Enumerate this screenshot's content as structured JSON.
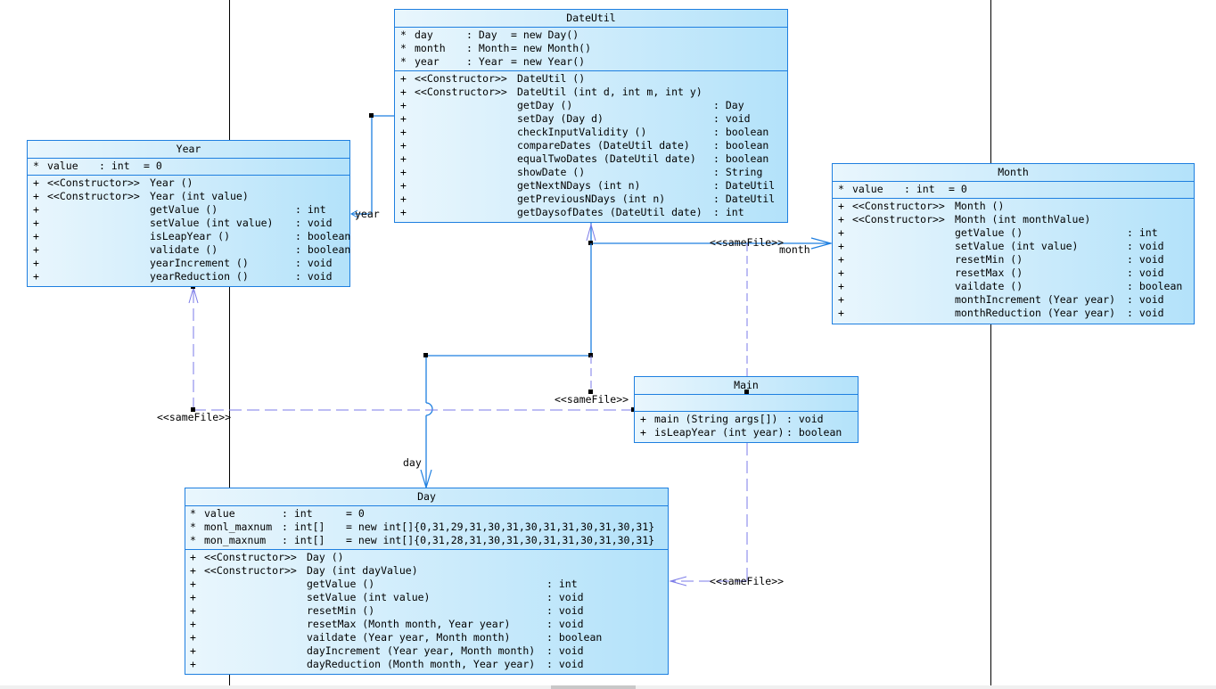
{
  "diagram": {
    "classes": {
      "dateutil": {
        "name": "DateUtil",
        "attributes": [
          {
            "vis": "*",
            "name": "day",
            "type": ": Day",
            "init": "= new Day()"
          },
          {
            "vis": "*",
            "name": "month",
            "type": ": Month",
            "init": "= new Month()"
          },
          {
            "vis": "*",
            "name": "year",
            "type": ": Year",
            "init": "= new Year()"
          }
        ],
        "operations": [
          {
            "vis": "+",
            "stereo": "<<Constructor>>",
            "sig": "DateUtil ()",
            "ret": ""
          },
          {
            "vis": "+",
            "stereo": "<<Constructor>>",
            "sig": "DateUtil (int d, int m, int y)",
            "ret": ""
          },
          {
            "vis": "+",
            "stereo": "",
            "sig": "getDay ()",
            "ret": ": Day"
          },
          {
            "vis": "+",
            "stereo": "",
            "sig": "setDay (Day d)",
            "ret": ": void"
          },
          {
            "vis": "+",
            "stereo": "",
            "sig": "checkInputValidity ()",
            "ret": ": boolean"
          },
          {
            "vis": "+",
            "stereo": "",
            "sig": "compareDates (DateUtil date)",
            "ret": ": boolean"
          },
          {
            "vis": "+",
            "stereo": "",
            "sig": "equalTwoDates (DateUtil date)",
            "ret": ": boolean"
          },
          {
            "vis": "+",
            "stereo": "",
            "sig": "showDate ()",
            "ret": ": String"
          },
          {
            "vis": "+",
            "stereo": "",
            "sig": "getNextNDays (int n)",
            "ret": ": DateUtil"
          },
          {
            "vis": "+",
            "stereo": "",
            "sig": "getPreviousNDays (int n)",
            "ret": ": DateUtil"
          },
          {
            "vis": "+",
            "stereo": "",
            "sig": "getDaysofDates (DateUtil date)",
            "ret": ": int"
          }
        ]
      },
      "year": {
        "name": "Year",
        "attributes": [
          {
            "vis": "*",
            "name": "value",
            "type": ": int",
            "init": "= 0"
          }
        ],
        "operations": [
          {
            "vis": "+",
            "stereo": "<<Constructor>>",
            "sig": "Year ()",
            "ret": ""
          },
          {
            "vis": "+",
            "stereo": "<<Constructor>>",
            "sig": "Year (int value)",
            "ret": ""
          },
          {
            "vis": "+",
            "stereo": "",
            "sig": "getValue ()",
            "ret": ": int"
          },
          {
            "vis": "+",
            "stereo": "",
            "sig": "setValue (int value)",
            "ret": ": void"
          },
          {
            "vis": "+",
            "stereo": "",
            "sig": "isLeapYear ()",
            "ret": ": boolean"
          },
          {
            "vis": "+",
            "stereo": "",
            "sig": "validate ()",
            "ret": ": boolean"
          },
          {
            "vis": "+",
            "stereo": "",
            "sig": "yearIncrement ()",
            "ret": ": void"
          },
          {
            "vis": "+",
            "stereo": "",
            "sig": "yearReduction ()",
            "ret": ": void"
          }
        ]
      },
      "month": {
        "name": "Month",
        "attributes": [
          {
            "vis": "*",
            "name": "value",
            "type": ": int",
            "init": "= 0"
          }
        ],
        "operations": [
          {
            "vis": "+",
            "stereo": "<<Constructor>>",
            "sig": "Month ()",
            "ret": ""
          },
          {
            "vis": "+",
            "stereo": "<<Constructor>>",
            "sig": "Month (int monthValue)",
            "ret": ""
          },
          {
            "vis": "+",
            "stereo": "",
            "sig": "getValue ()",
            "ret": ": int"
          },
          {
            "vis": "+",
            "stereo": "",
            "sig": "setValue (int value)",
            "ret": ": void"
          },
          {
            "vis": "+",
            "stereo": "",
            "sig": "resetMin ()",
            "ret": ": void"
          },
          {
            "vis": "+",
            "stereo": "",
            "sig": "resetMax ()",
            "ret": ": void"
          },
          {
            "vis": "+",
            "stereo": "",
            "sig": "vaildate ()",
            "ret": ": boolean"
          },
          {
            "vis": "+",
            "stereo": "",
            "sig": "monthIncrement (Year year)",
            "ret": ": void"
          },
          {
            "vis": "+",
            "stereo": "",
            "sig": "monthReduction (Year year)",
            "ret": ": void"
          }
        ]
      },
      "main": {
        "name": "Main",
        "attributes": [],
        "operations": [
          {
            "vis": "+",
            "stereo": "",
            "sig": "main (String args[])",
            "ret": ": void"
          },
          {
            "vis": "+",
            "stereo": "",
            "sig": "isLeapYear (int year)",
            "ret": ": boolean"
          }
        ]
      },
      "day": {
        "name": "Day",
        "attributes": [
          {
            "vis": "*",
            "name": "value",
            "type": ": int",
            "init": "= 0"
          },
          {
            "vis": "*",
            "name": "monl_maxnum",
            "type": ": int[]",
            "init": "= new int[]{0,31,29,31,30,31,30,31,31,30,31,30,31}"
          },
          {
            "vis": "*",
            "name": "mon_maxnum",
            "type": ": int[]",
            "init": "= new int[]{0,31,28,31,30,31,30,31,31,30,31,30,31}"
          }
        ],
        "operations": [
          {
            "vis": "+",
            "stereo": "<<Constructor>>",
            "sig": "Day ()",
            "ret": ""
          },
          {
            "vis": "+",
            "stereo": "<<Constructor>>",
            "sig": "Day (int dayValue)",
            "ret": ""
          },
          {
            "vis": "+",
            "stereo": "",
            "sig": "getValue ()",
            "ret": ": int"
          },
          {
            "vis": "+",
            "stereo": "",
            "sig": "setValue (int value)",
            "ret": ": void"
          },
          {
            "vis": "+",
            "stereo": "",
            "sig": "resetMin ()",
            "ret": ": void"
          },
          {
            "vis": "+",
            "stereo": "",
            "sig": "resetMax (Month month, Year year)",
            "ret": ": void"
          },
          {
            "vis": "+",
            "stereo": "",
            "sig": "vaildate (Year year, Month month)",
            "ret": ": boolean"
          },
          {
            "vis": "+",
            "stereo": "",
            "sig": "dayIncrement (Year year, Month month)",
            "ret": ": void"
          },
          {
            "vis": "+",
            "stereo": "",
            "sig": "dayReduction (Month month, Year year)",
            "ret": ": void"
          }
        ]
      }
    },
    "associations": {
      "year_role": "year",
      "month_role": "month",
      "day_role": "day"
    },
    "dependencies": {
      "samefile_top": "<<sameFile>>",
      "samefile_main": "<<sameFile>>",
      "samefile_left": "<<sameFile>>",
      "samefile_bottom": "<<sameFile>>"
    },
    "colors": {
      "class_border": "#1e7fe0",
      "association": "#1e7fe0",
      "dependency": "#7b7be8",
      "page_break": "#000000"
    }
  }
}
